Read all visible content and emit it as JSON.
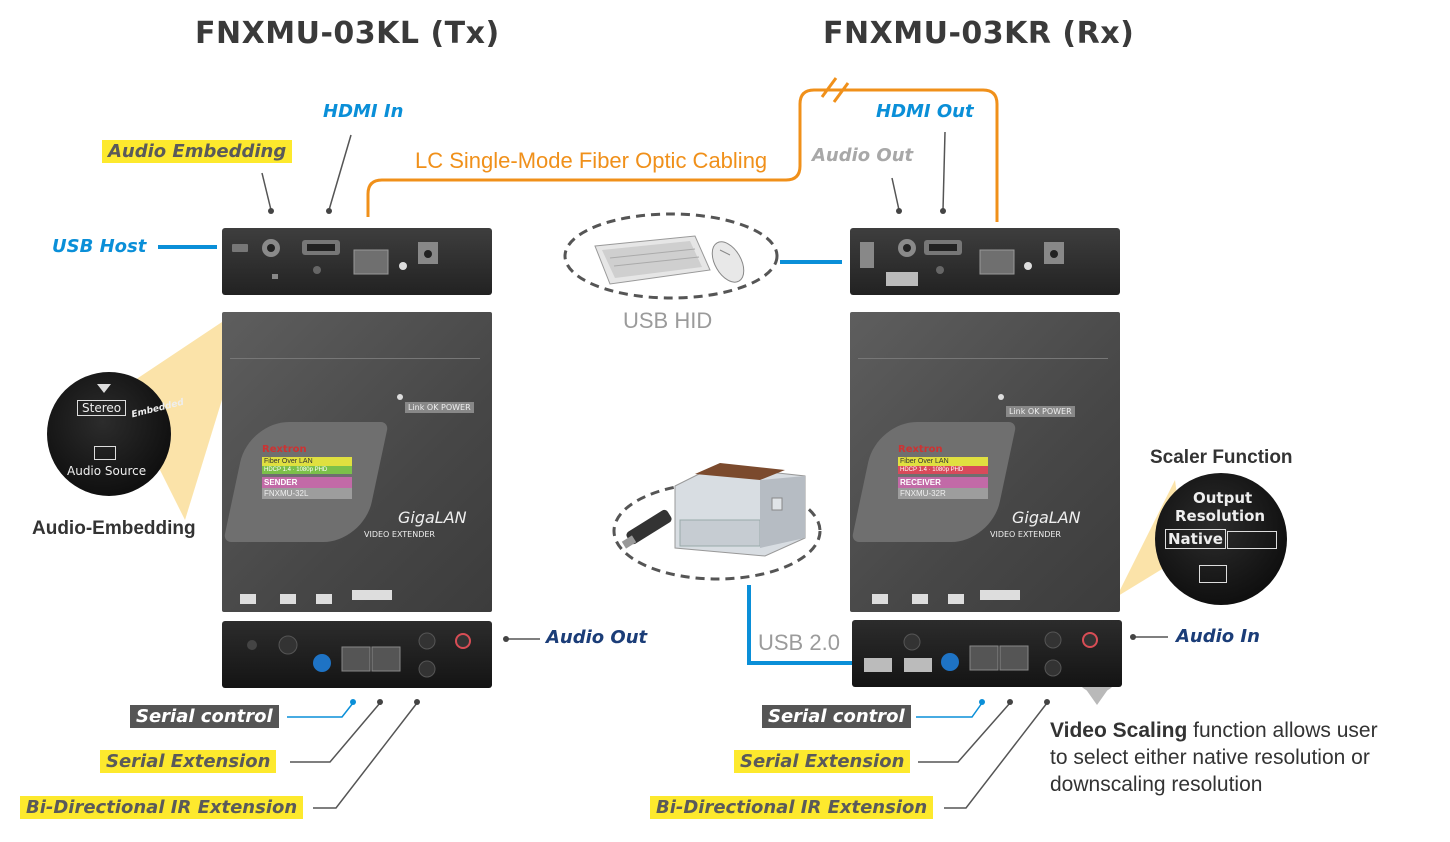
{
  "tx": {
    "title": "FNXMU-03KL (Tx)",
    "hdmi_in": "HDMI In",
    "audio_embedding": "Audio Embedding",
    "usb_host": "USB Host",
    "audio_out": "Audio Out",
    "serial_control": "Serial control",
    "serial_extension": "Serial Extension",
    "ir_extension": "Bi-Directional IR Extension",
    "inset_caption": "Audio-Embedding",
    "inset": {
      "stereo": "Stereo",
      "embedded": "Embedded",
      "audio_source": "Audio Source"
    },
    "panel": {
      "brand": "Rextron",
      "role": "SENDER",
      "model": "FNXMU-32L",
      "tag1": "Fiber Over LAN",
      "tag2": "HDCP 1.4 · 1080p PHD"
    }
  },
  "rx": {
    "title": "FNXMU-03KR (Rx)",
    "hdmi_out": "HDMI Out",
    "audio_out": "Audio Out",
    "audio_in": "Audio In",
    "usb_hid": "USB HID",
    "usb_20": "USB 2.0",
    "serial_control": "Serial control",
    "serial_extension": "Serial Extension",
    "ir_extension": "Bi-Directional IR Extension",
    "scaler_caption": "Scaler Function",
    "scaler_inset": {
      "line1": "Output",
      "line2": "Resolution",
      "native": "Native"
    },
    "panel": {
      "brand": "Rextron",
      "role": "RECEIVER",
      "model": "FNXMU-32R",
      "tag1": "Fiber Over LAN",
      "tag2": "HDCP 1.4 · 1080p PHD"
    },
    "desc_bold": "Video Scaling",
    "desc_rest1": " function allows user",
    "desc_line2": "to select either native resolution or",
    "desc_line3": "downscaling resolution"
  },
  "fiber_label": "LC Single-Mode Fiber Optic Cabling",
  "body_text": {
    "giga": "GigaLAN",
    "video": "VIDEO",
    "extender": "EXTENDER",
    "link_ok": "Link OK",
    "power": "POWER"
  },
  "colors": {
    "fiber": "#f0901a",
    "usb": "#0a8fd8",
    "highlight": "#fde92d",
    "title": "#3a3a3a"
  }
}
